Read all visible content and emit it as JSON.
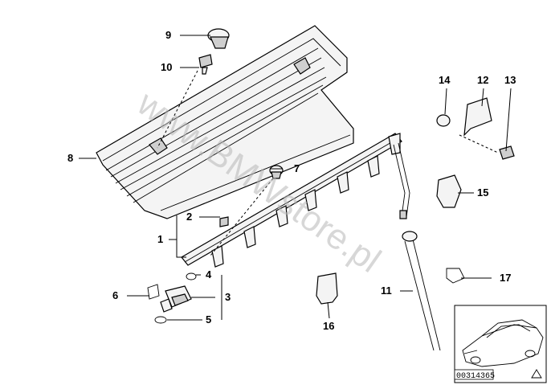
{
  "watermark": "www.BMWstore.pl",
  "callouts": {
    "c1": "1",
    "c2": "2",
    "c3": "3",
    "c4": "4",
    "c5": "5",
    "c6": "6",
    "c7": "7",
    "c8": "8",
    "c9": "9",
    "c10": "10",
    "c11": "11",
    "c12": "12",
    "c13": "13",
    "c14": "14",
    "c15": "15",
    "c16": "16",
    "c17": "17"
  },
  "thumbnail": {
    "code": "00314365"
  }
}
